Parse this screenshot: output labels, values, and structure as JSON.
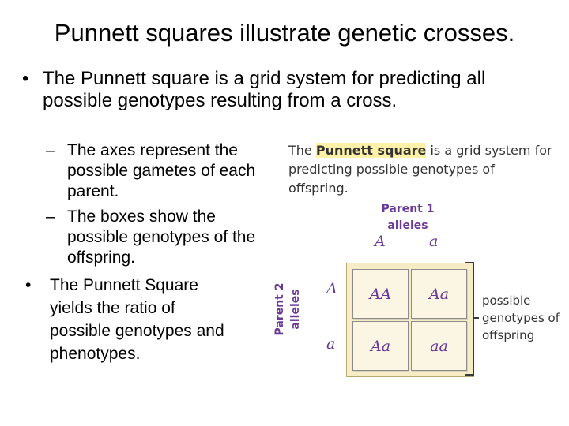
{
  "slide": {
    "title": "Punnett squares illustrate genetic crosses.",
    "bullets": [
      {
        "marker": "•",
        "text": "The Punnett square is a grid system for predicting all possible genotypes resulting from a cross.",
        "sub_bullets": [
          {
            "marker": "–",
            "text": "The axes represent the possible gametes of each parent."
          },
          {
            "marker": "–",
            "text": "The boxes show the possible genotypes of the offspring."
          }
        ]
      },
      {
        "marker": "•",
        "text": "The Punnett Square yields the ratio of possible genotypes and phenotypes."
      }
    ]
  },
  "figure": {
    "caption_before": "The ",
    "caption_highlight": "Punnett square",
    "caption_after": " is a grid system for predicting possible genotypes of offspring.",
    "parent1_label": "Parent 1 alleles",
    "parent1_alleles": [
      "A",
      "a"
    ],
    "parent2_label": "Parent 2 alleles",
    "parent2_alleles": [
      "A",
      "a"
    ],
    "cells": [
      [
        "AA",
        "Aa"
      ],
      [
        "Aa",
        "aa"
      ]
    ],
    "offspring_label": "possible genotypes of offspring",
    "colors": {
      "allele_text": "#6a3896",
      "highlight": "#fff2a8",
      "grid_bg": "#f6edc6"
    }
  }
}
